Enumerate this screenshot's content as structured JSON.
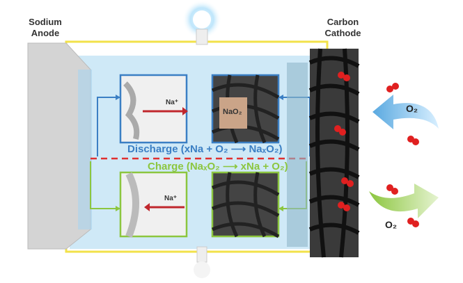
{
  "labels": {
    "anode_line1": "Sodium",
    "anode_line2": "Anode",
    "cathode_line1": "Carbon",
    "cathode_line2": "Cathode",
    "discharge": "Discharge (xNa + O₂ ⟶ NaₓO₂)",
    "charge": "Charge (NaₓO₂ ⟶ xNa + O₂)",
    "na_ion_top": "Na⁺",
    "na_ion_bottom": "Na⁺",
    "nao2": "NaO₂",
    "o2_top": "O₂",
    "o2_bottom": "O₂"
  },
  "colors": {
    "discharge": "#3b7fc4",
    "charge": "#8cc63f",
    "wire": "#f2e24a",
    "electrolyte": "#cfe9f7",
    "separator": "#e03030"
  }
}
